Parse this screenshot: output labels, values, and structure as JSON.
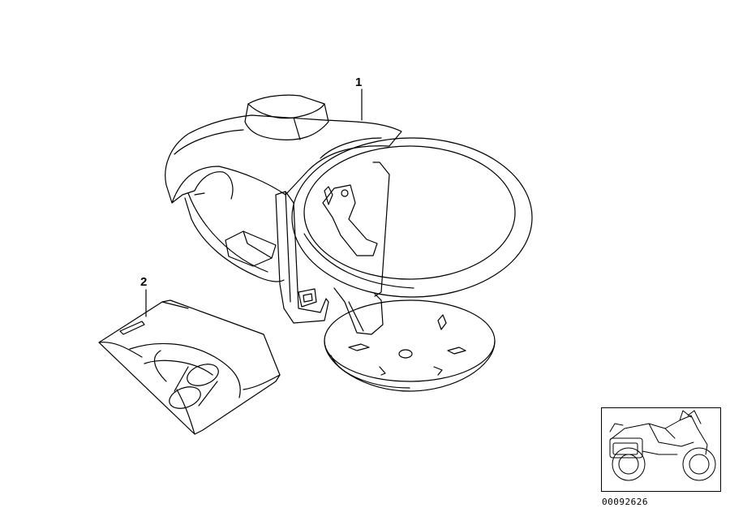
{
  "callouts": [
    {
      "number": "1"
    },
    {
      "number": "2"
    }
  ],
  "diagram_number": "00092626",
  "thumbnail": {
    "icon": "motorcycle-icon"
  },
  "colors": {
    "line": "#000000",
    "background": "#ffffff"
  }
}
